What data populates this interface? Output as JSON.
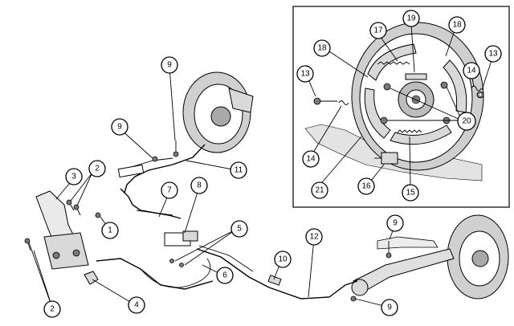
{
  "callouts": [
    {
      "id": "c1",
      "label": "1"
    },
    {
      "id": "c2a",
      "label": "2"
    },
    {
      "id": "c2b",
      "label": "2"
    },
    {
      "id": "c3",
      "label": "3"
    },
    {
      "id": "c4",
      "label": "4"
    },
    {
      "id": "c5",
      "label": "5"
    },
    {
      "id": "c6",
      "label": "6"
    },
    {
      "id": "c7",
      "label": "7"
    },
    {
      "id": "c8",
      "label": "8"
    },
    {
      "id": "c9a",
      "label": "9"
    },
    {
      "id": "c9b",
      "label": "9"
    },
    {
      "id": "c9c",
      "label": "9"
    },
    {
      "id": "c9d",
      "label": "9"
    },
    {
      "id": "c10",
      "label": "10"
    },
    {
      "id": "c11",
      "label": "11"
    },
    {
      "id": "c12",
      "label": "12"
    },
    {
      "id": "c13a",
      "label": "13"
    },
    {
      "id": "c13b",
      "label": "13"
    },
    {
      "id": "c14a",
      "label": "14"
    },
    {
      "id": "c14b",
      "label": "14"
    },
    {
      "id": "c15",
      "label": "15"
    },
    {
      "id": "c16",
      "label": "16"
    },
    {
      "id": "c17",
      "label": "17"
    },
    {
      "id": "c18a",
      "label": "18"
    },
    {
      "id": "c18b",
      "label": "18"
    },
    {
      "id": "c19",
      "label": "19"
    },
    {
      "id": "c20",
      "label": "20"
    },
    {
      "id": "c21",
      "label": "21"
    }
  ]
}
